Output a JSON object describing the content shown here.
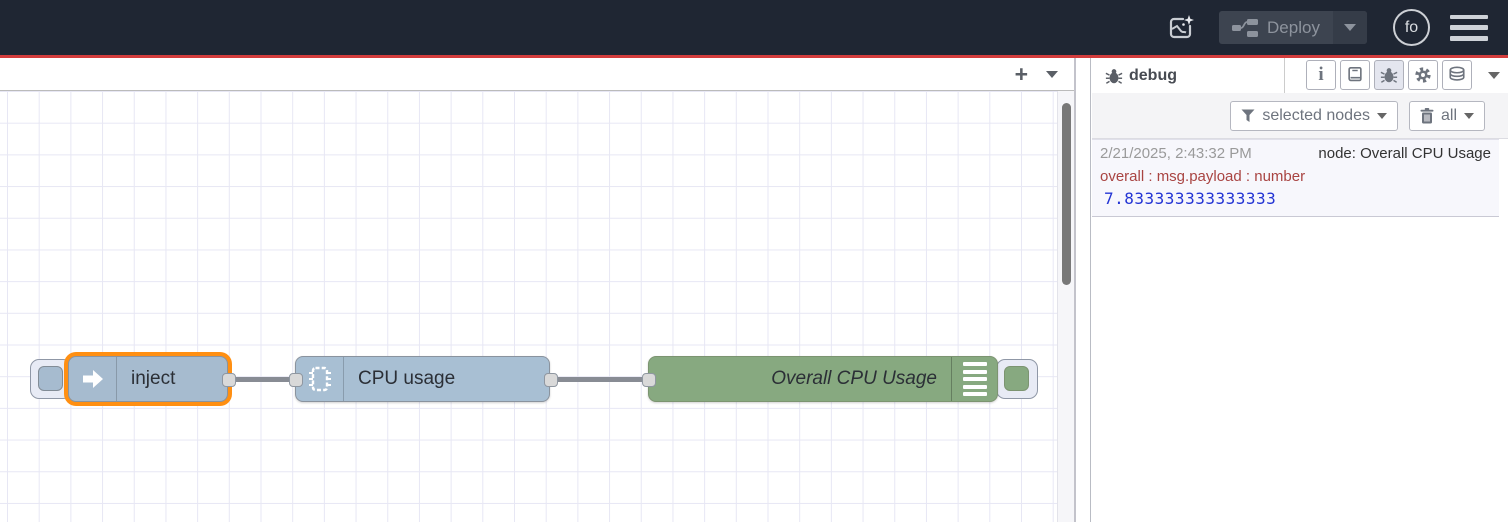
{
  "header": {
    "deploy_label": "Deploy",
    "avatar_initials": "fo"
  },
  "workspace": {
    "tabbar": {
      "add_label": "+"
    },
    "nodes": [
      {
        "type": "inject",
        "label": "inject",
        "color": "#a6bbcf",
        "selected": true
      },
      {
        "type": "cpu",
        "label": "CPU usage",
        "color": "#a8bfd3",
        "selected": false
      },
      {
        "type": "debug",
        "label": "Overall CPU Usage",
        "color": "#87a980",
        "selected": false
      }
    ]
  },
  "sidebar": {
    "tab_label": "debug",
    "toolbar_buttons": [
      "info",
      "help",
      "debug",
      "config-nodes",
      "context-data"
    ],
    "filter_button_label": "selected nodes",
    "clear_button_label": "all",
    "message": {
      "timestamp": "2/21/2025, 2:43:32 PM",
      "node": "node: Overall CPU Usage",
      "property": "overall : msg.payload : number",
      "value": "7.833333333333333"
    }
  },
  "icons": {
    "assistant-icon": "rounded square with squiggle line and sparkle",
    "deploy-icon": "two nodes connected by wire",
    "user-avatar": "circle with initials",
    "menu-icon": "hamburger three bars",
    "bug-icon": "debug bug glyph",
    "info-icon": "letter i",
    "help-icon": "book",
    "gear-icon": "cogwheel",
    "database-icon": "stacked discs",
    "funnel-icon": "filter funnel",
    "trash-icon": "waste bin",
    "inject-icon": "white block arrow",
    "cpu-icon": "chip with pins",
    "debug-list-icon": "five horizontal bars"
  },
  "colors": {
    "header_bg": "#1f2633",
    "accent_red": "#d33c3c",
    "selection_orange": "#ff8f12",
    "inject_node": "#a6bbcf",
    "cpu_node": "#a8bfd3",
    "debug_node": "#87a980",
    "msg_property": "#a94442",
    "msg_number": "#2334d4"
  }
}
